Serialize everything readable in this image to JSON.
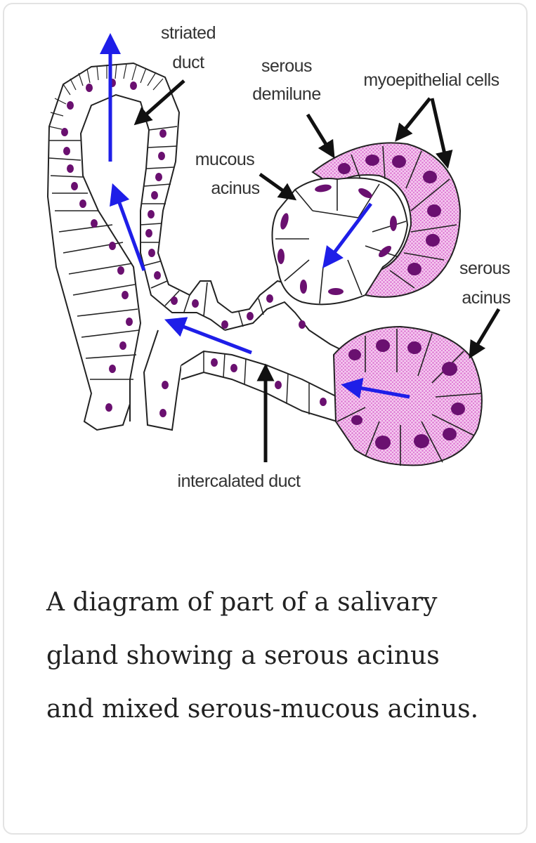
{
  "labels": {
    "striated_duct": [
      "striated",
      "duct"
    ],
    "serous_demilune": [
      "serous",
      "demilune"
    ],
    "myoepithelial_cells": "myoepithelial cells",
    "mucous_acinus": [
      "mucous",
      "acinus"
    ],
    "serous_acinus": [
      "serous",
      "acinus"
    ],
    "intercalated_duct": "intercalated duct"
  },
  "caption": "A diagram of part of a salivary gland showing a serous acinus and mixed serous-mucous acinus.",
  "colors": {
    "serous_cell": "#e89ce0",
    "nucleus": "#6a1070",
    "flow_arrow": "#1e1ee8",
    "pointer_arrow": "#111111",
    "card_border": "#e3e3e3"
  }
}
